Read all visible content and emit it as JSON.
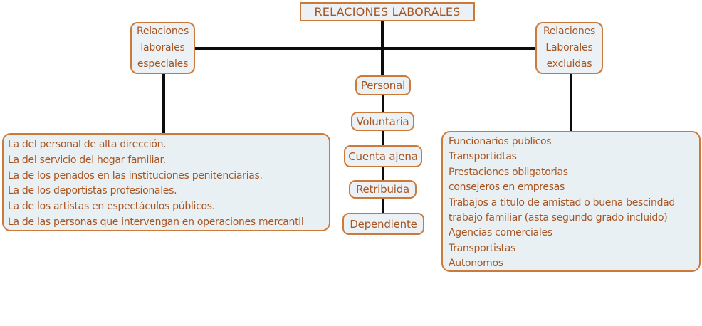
{
  "title": "RELACIONES LABORALES",
  "colors": {
    "node_border": "#cc7a3a",
    "node_background": "#ebf1f5",
    "node_text": "#a8541f",
    "connector": "#0c0c0c"
  },
  "left_branch": {
    "node_lines": [
      "Relaciones",
      "laborales",
      "especiales"
    ],
    "list_items": [
      "La del personal de alta dirección.",
      "La del servicio del hogar familiar.",
      "La de los penados en las instituciones penitenciarias.",
      "La de los deportistas profesionales.",
      "La de los artistas en espectáculos públicos.",
      " La de las personas que intervengan en operaciones mercantil"
    ]
  },
  "center_chain": {
    "nodes": [
      "Personal",
      "Voluntaria",
      "Cuenta ajena",
      "Retribuida",
      "Dependiente"
    ]
  },
  "right_branch": {
    "node_lines": [
      "Relaciones",
      "Laborales",
      "excluidas"
    ],
    "list_items": [
      "Funcionarios publicos",
      "Transportidtas",
      "Prestaciones obligatorias",
      "consejeros en empresas",
      "Trabajos a titulo de amistad o buena bescindad",
      "trabajo familiar (asta segundo grado incluido)",
      "Agencias comerciales",
      "Transportistas",
      "Autonomos"
    ]
  }
}
